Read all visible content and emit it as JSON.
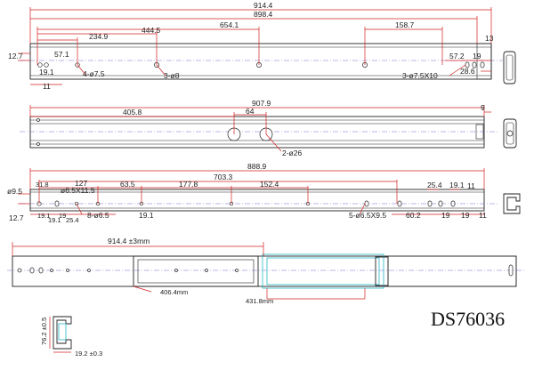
{
  "model": "DS76036",
  "view1": {
    "dims": [
      "914.4",
      "898.4",
      "654.1",
      "444.5",
      "234.9",
      "158.7",
      "13",
      "12.7",
      "57.1",
      "19.1",
      "11",
      "57.2",
      "19",
      "28.6"
    ],
    "notes": [
      "4-ø7.5",
      "3-ø8",
      "3-ø7.5X10"
    ]
  },
  "view2": {
    "dims": [
      "907.9",
      "405.8",
      "64",
      "9"
    ],
    "notes": [
      "2-ø26"
    ]
  },
  "view3": {
    "dims": [
      "888.9",
      "703.3",
      "177.8",
      "152.4",
      "63.5",
      "127",
      "31.8",
      "ø9.5",
      "25.4",
      "19.1",
      "11",
      "12.7",
      "19.1",
      "19",
      "19.1",
      "25.4",
      "19",
      "60.2",
      "19",
      "11",
      "19.1"
    ],
    "notes": [
      "ø6.5X11.5",
      "8-ø6.5",
      "5-ø6.5X9.5"
    ]
  },
  "view4": {
    "dims": [
      "914.4 ±3mm",
      "406.4mm",
      "431.8mm"
    ]
  },
  "profile": {
    "dims": [
      "76.2 ±0.5",
      "19.2 ±0.3"
    ]
  }
}
